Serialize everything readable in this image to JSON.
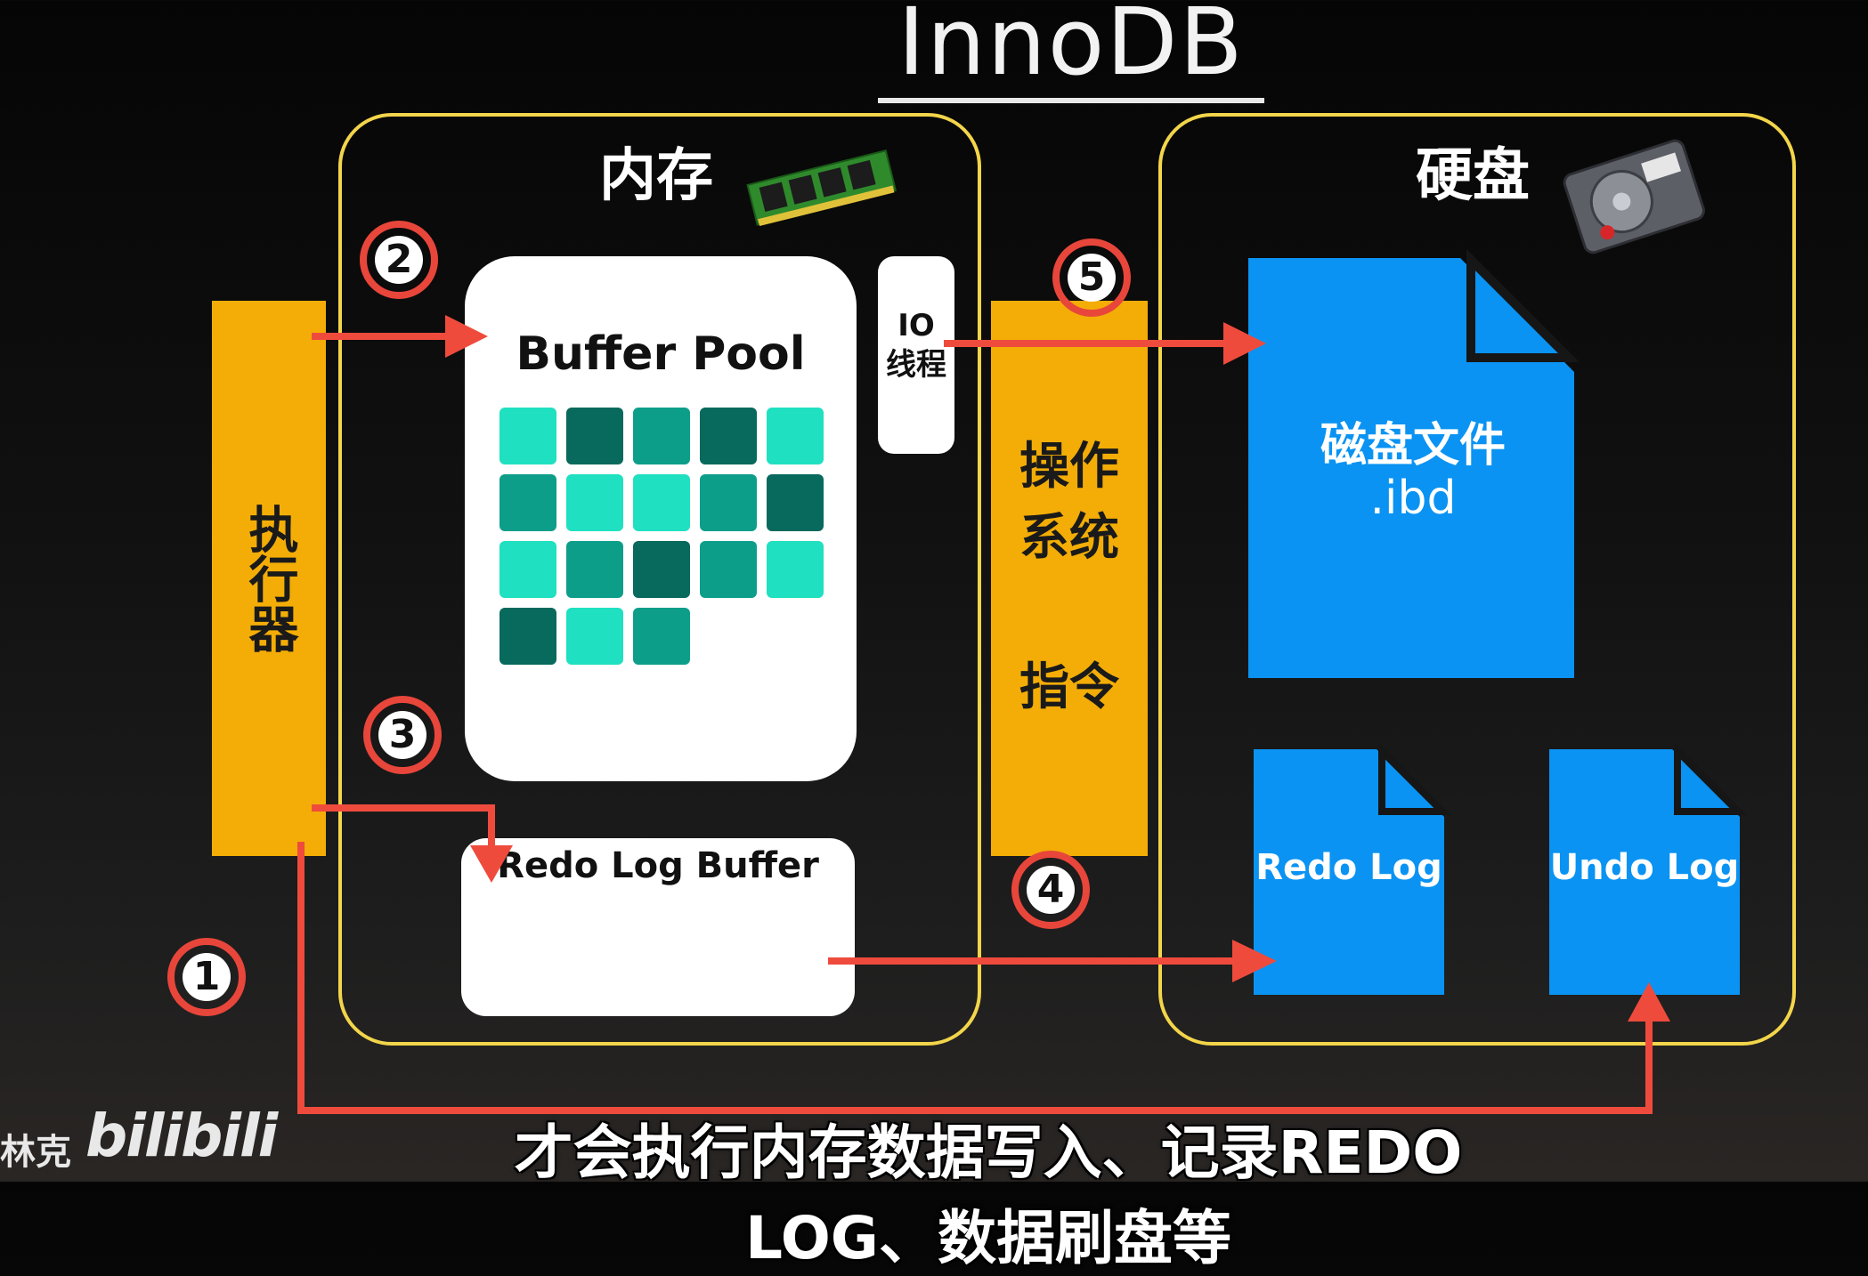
{
  "title": "InnoDB",
  "memory": {
    "label": "内存",
    "icon": "ram-chip-icon"
  },
  "disk": {
    "label": "硬盘",
    "icon": "hard-drive-icon"
  },
  "executor": {
    "label": "执行器"
  },
  "os_commands": {
    "line1": "操作系统",
    "line2": "指令"
  },
  "buffer_pool": {
    "label": "Buffer Pool",
    "pages": [
      [
        "light",
        "dark",
        "mid",
        "dark",
        "light"
      ],
      [
        "mid",
        "light",
        "light",
        "mid",
        "dark"
      ],
      [
        "light",
        "mid",
        "dark",
        "mid",
        "light"
      ],
      [
        "dark",
        "light",
        "mid"
      ]
    ]
  },
  "io_thread": {
    "line1": "IO",
    "line2": "线程"
  },
  "redo_log_buffer": {
    "label": "Redo Log Buffer"
  },
  "files": {
    "ibd": {
      "line1": "磁盘文件",
      "line2": ".ibd"
    },
    "redo_log": {
      "label": "Redo Log"
    },
    "undo_log": {
      "label": "Undo Log"
    }
  },
  "steps": [
    "1",
    "2",
    "3",
    "4",
    "5"
  ],
  "caption": "才会执行内存数据写入、记录REDO LOG、数据刷盘等",
  "watermark": {
    "name": "林克",
    "logo": "bilibili"
  },
  "colors": {
    "region_border": "#f2d54a",
    "orange": "#f3ad06",
    "file_blue": "#0a93f2",
    "arrow_red": "#ef4b3d",
    "page_light": "#1fe0c0",
    "page_mid": "#0d9e8a",
    "page_dark": "#08695d"
  }
}
